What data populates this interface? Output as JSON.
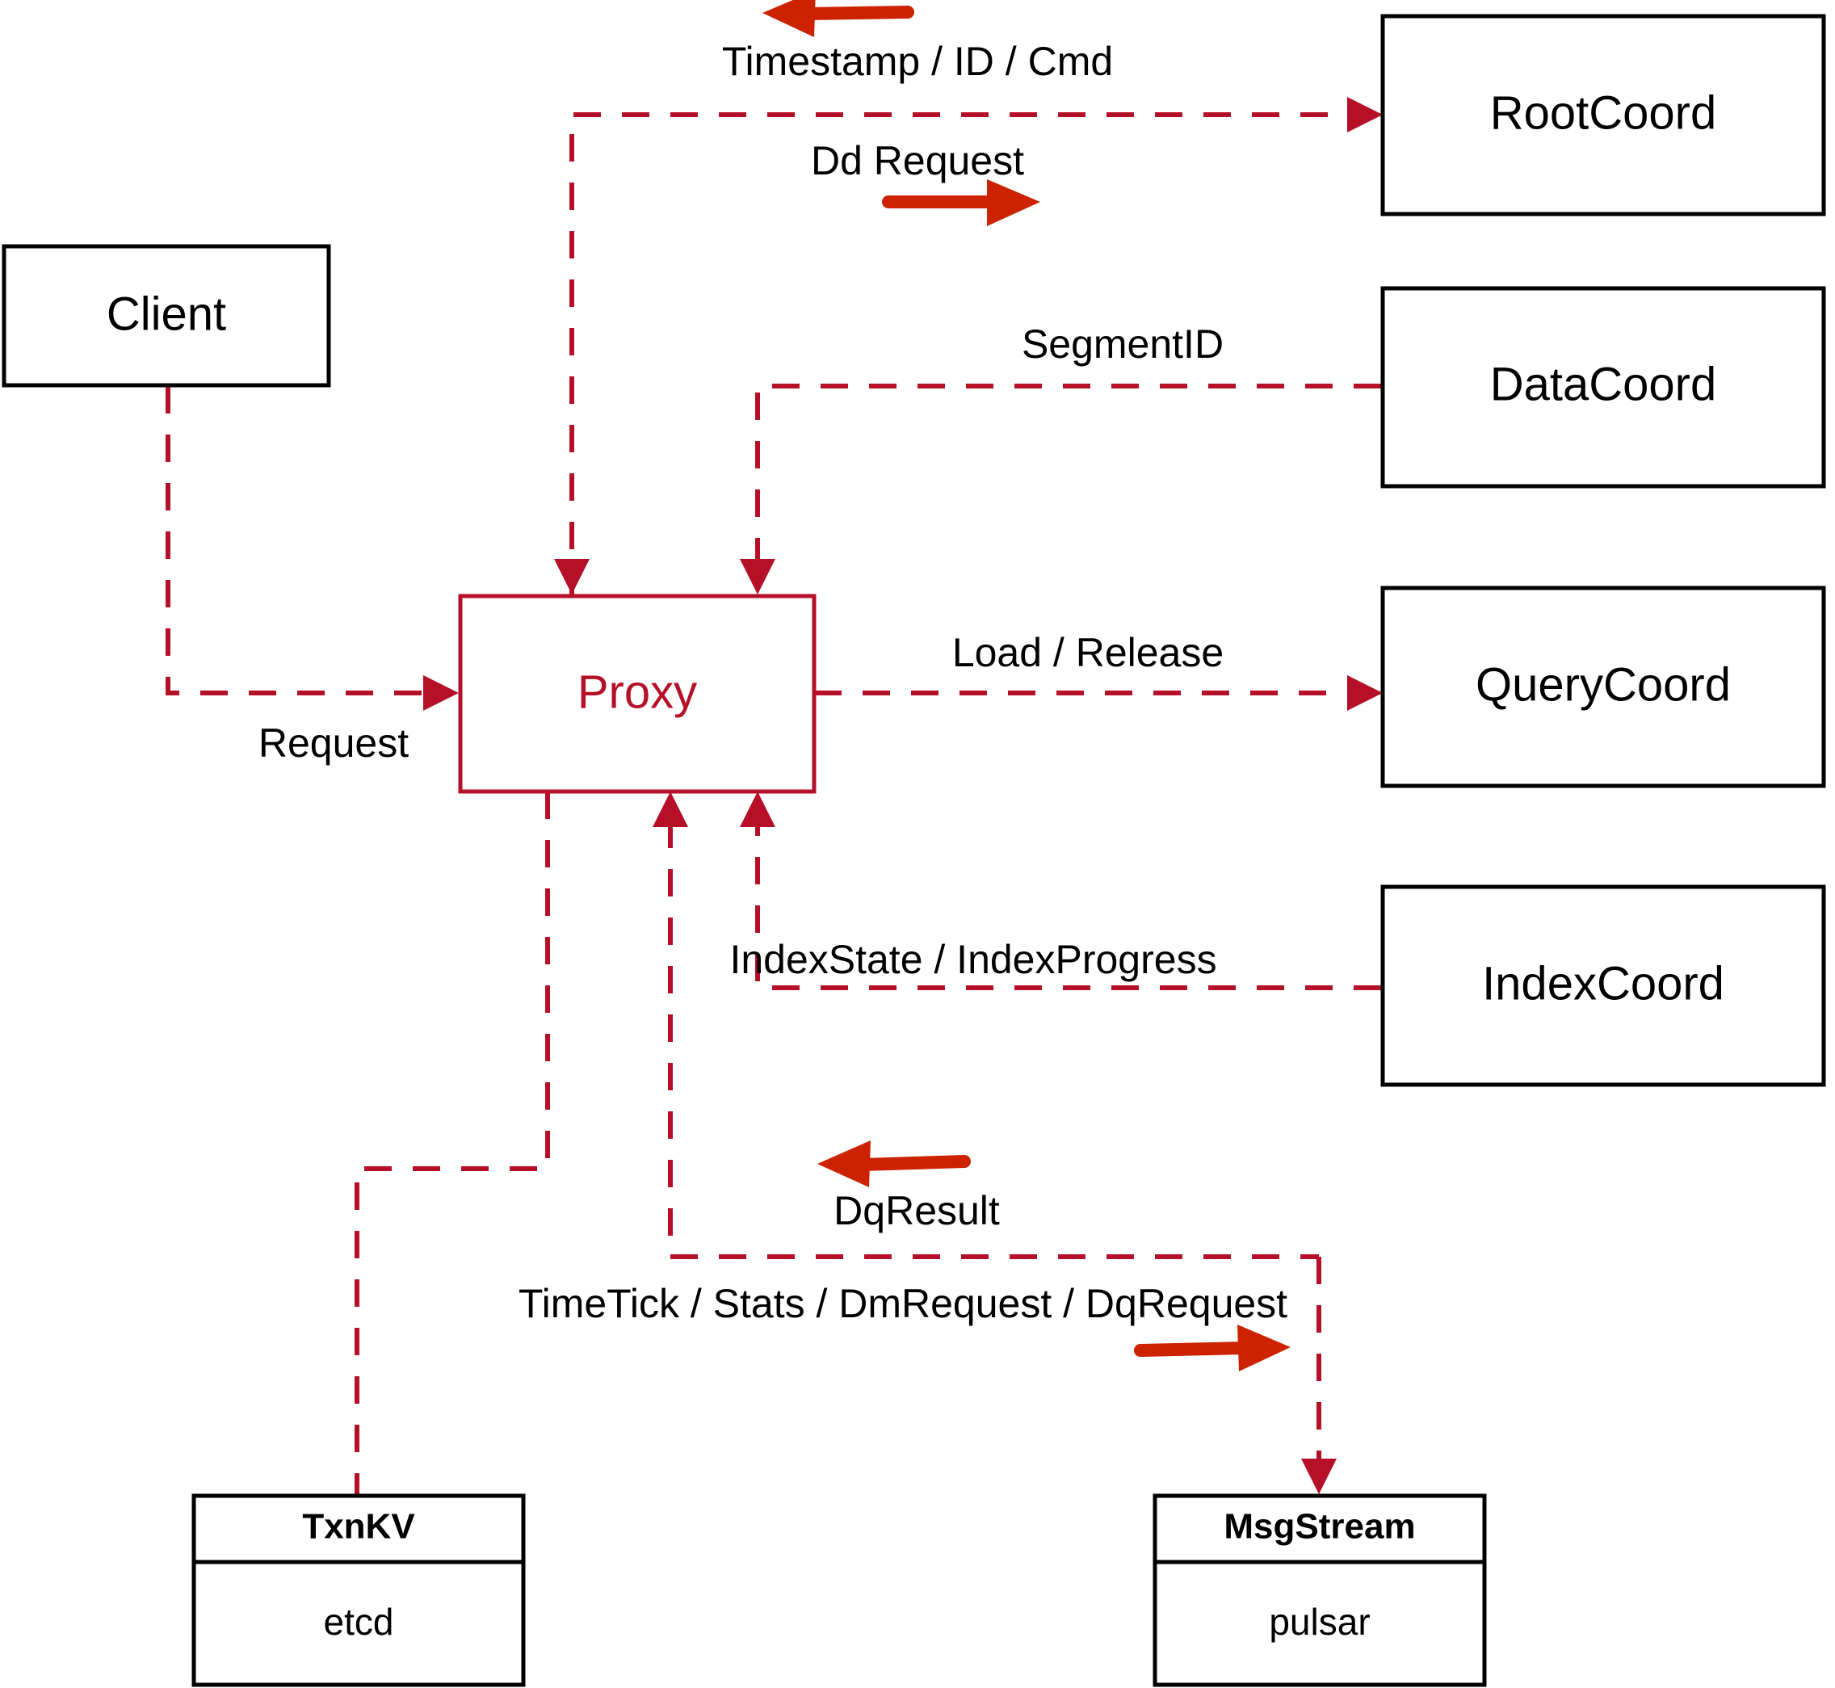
{
  "diagram": {
    "title": "Proxy interaction diagram",
    "colors": {
      "accent_red": "#b51028",
      "bold_arrow_red": "#cc2200",
      "node_stroke": "#000000",
      "background": "#ffffff"
    },
    "nodes": {
      "client": {
        "label": "Client"
      },
      "proxy": {
        "label": "Proxy"
      },
      "root_coord": {
        "label": "RootCoord"
      },
      "data_coord": {
        "label": "DataCoord"
      },
      "query_coord": {
        "label": "QueryCoord"
      },
      "index_coord": {
        "label": "IndexCoord"
      },
      "txnkv": {
        "label": "TxnKV",
        "implementation": "etcd"
      },
      "msgstream": {
        "label": "MsgStream",
        "implementation": "pulsar"
      }
    },
    "edge_labels": {
      "timestamp_id_cmd": "Timestamp / ID / Cmd",
      "dd_request": "Dd Request",
      "segment_id": "SegmentID",
      "request": "Request",
      "load_release": "Load / Release",
      "index_state_progress": "IndexState / IndexProgress",
      "dq_result": "DqResult",
      "timetick_stats": "TimeTick / Stats / DmRequest / DqRequest"
    }
  }
}
